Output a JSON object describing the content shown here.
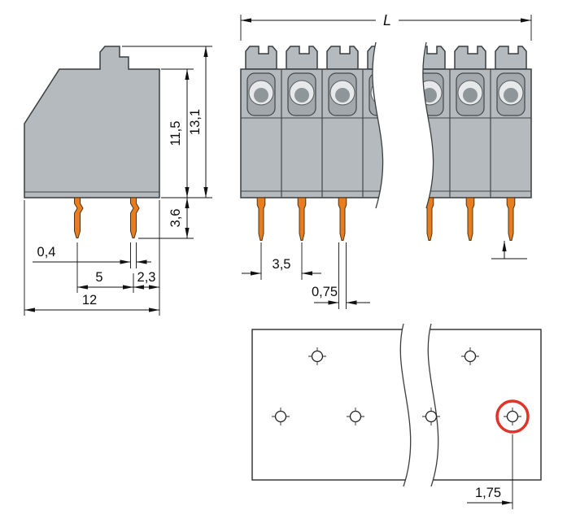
{
  "side_view": {
    "label_body_height": "11,5",
    "label_total_height": "13,1",
    "label_pin_length": "3,6",
    "label_pin_width": "0,4",
    "label_pin_pitch": "5",
    "label_pin_to_edge": "2,3",
    "label_total_width": "12"
  },
  "front_view": {
    "label_length": "L",
    "label_pitch": "3,5",
    "label_pin_width": "0,75"
  },
  "pcb_view": {
    "label_hole_offset": "1,75"
  },
  "colors": {
    "body_gray": "#b4babd",
    "pin_orange": "#e87d20",
    "highlight_red": "#e0332a",
    "line_black": "#111111"
  }
}
